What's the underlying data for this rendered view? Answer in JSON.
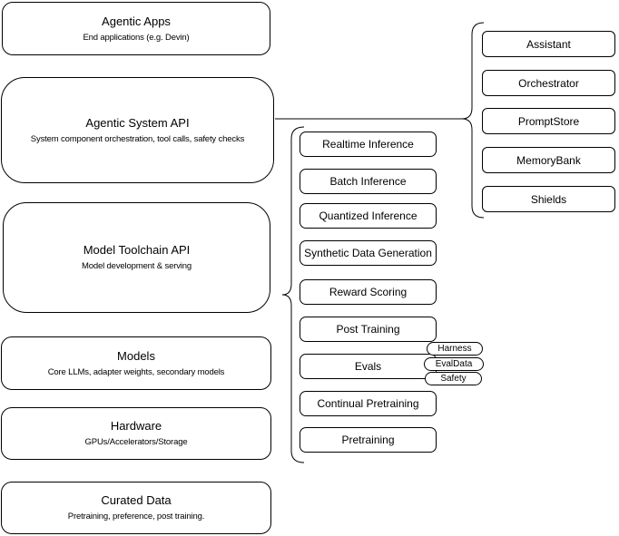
{
  "diagram": {
    "stack": [
      {
        "title": "Agentic Apps",
        "subtitle": "End applications (e.g. Devin)"
      },
      {
        "title": "Agentic System API",
        "subtitle": "System component orchestration, tool calls, safety checks"
      },
      {
        "title": "Model Toolchain API",
        "subtitle": "Model development & serving"
      },
      {
        "title": "Models",
        "subtitle": "Core LLMs, adapter weights, secondary models"
      },
      {
        "title": "Hardware",
        "subtitle": "GPUs/Accelerators/Storage"
      },
      {
        "title": "Curated Data",
        "subtitle": "Pretraining, preference, post training."
      }
    ],
    "toolchain_components": [
      "Realtime Inference",
      "Batch Inference",
      "Quantized Inference",
      "Synthetic Data Generation",
      "Reward Scoring",
      "Post Training",
      "Evals",
      "Continual Pretraining",
      "Pretraining"
    ],
    "eval_tags": [
      "Harness",
      "EvalData",
      "Safety"
    ],
    "system_components": [
      "Assistant",
      "Orchestrator",
      "PromptStore",
      "MemoryBank",
      "Shields"
    ],
    "colors": {
      "stroke": "#000000",
      "fill": "#ffffff",
      "text": "#000000"
    }
  }
}
